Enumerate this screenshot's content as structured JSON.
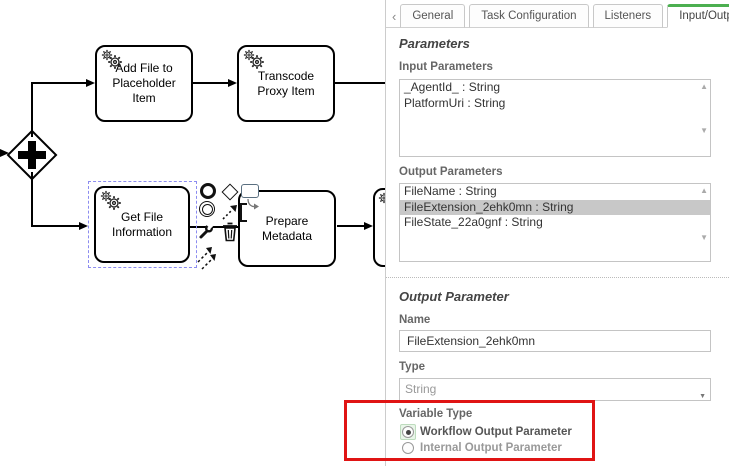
{
  "diagram": {
    "gateway": {
      "type": "parallel-gateway"
    },
    "tasks": [
      {
        "lines": [
          "Add File to",
          "Placeholder",
          "Item"
        ]
      },
      {
        "lines": [
          "Transcode",
          "Proxy Item"
        ]
      },
      {
        "lines": [
          "Get File",
          "Information"
        ]
      },
      {
        "lines": [
          "Prepare",
          "Metadata"
        ]
      }
    ],
    "context_pad": [
      "append-end-event",
      "append-gateway",
      "append-task",
      "append-intermediate-event",
      "connect",
      "text-annotation",
      "change-type-wrench",
      "delete-trash",
      "append-association"
    ]
  },
  "panel": {
    "tabs": [
      {
        "label": "General",
        "active": false
      },
      {
        "label": "Task Configuration",
        "active": false
      },
      {
        "label": "Listeners",
        "active": false
      },
      {
        "label": "Input/Output",
        "active": true
      }
    ],
    "parameters_heading": "Parameters",
    "input_parameters": {
      "label": "Input Parameters",
      "items": [
        "_AgentId_ : String",
        "PlatformUri : String"
      ]
    },
    "output_parameters": {
      "label": "Output Parameters",
      "items": [
        "FileName : String",
        "FileExtension_2ehk0mn : String",
        "FileState_22a0gnf : String"
      ],
      "selected_index": 1
    },
    "output_parameter": {
      "heading": "Output Parameter",
      "name_label": "Name",
      "name_value": "FileExtension_2ehk0mn",
      "type_label": "Type",
      "type_value": "String",
      "variable_type_label": "Variable Type",
      "radios": [
        {
          "label": "Workflow Output Parameter",
          "selected": true
        },
        {
          "label": "Internal Output Parameter",
          "selected": false
        }
      ]
    }
  },
  "icons": {
    "tab_scroll_left_glyph": "‹",
    "scroll_up_glyph": "▲",
    "scroll_down_glyph": "▼",
    "dropdown_glyph": "▼"
  },
  "colors": {
    "tab_active_green": "#4caf50",
    "highlight_red": "#e01414",
    "selection_blue": "#8c8cf0",
    "list_selected_bg": "#c8c8c8"
  }
}
